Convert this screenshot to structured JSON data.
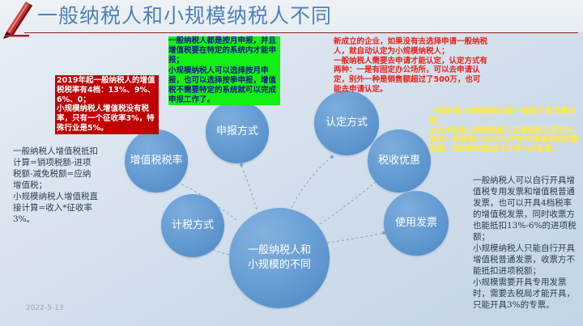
{
  "slide": {
    "title": "一般纳税人和小规模纳税人不同",
    "date": "2022-5-13",
    "logo_icon": "pencil-icon",
    "accent_color": "#4f81bd",
    "rule_color": "#8d2020",
    "node_color": "#5b93cd",
    "highlight_green": "#13f013",
    "highlight_red_box": "#c00000",
    "text_red": "#e8251d",
    "text_yellow": "#ffeb3b"
  },
  "diagram": {
    "center": {
      "label_line1": "一般纳税人和",
      "label_line2": "小规模的不同"
    },
    "nodes": [
      {
        "id": "jishui",
        "label": "计税方式"
      },
      {
        "id": "shuilv",
        "label": "增值税税率"
      },
      {
        "id": "shenbao",
        "label": "申报方式"
      },
      {
        "id": "rending",
        "label": "认定方式"
      },
      {
        "id": "youhui",
        "label": "税收优惠"
      },
      {
        "id": "fapiao",
        "label": "使用发票"
      }
    ]
  },
  "callouts": {
    "tax_rate": {
      "style": "red-on-dark-red-box",
      "text": "2019年起一般纳税人的增值税税率有4档：13%、9%、6%、0；\n小规模纳税人增值税没有税率，只有一个征收率3%，特殊行业是5%。"
    },
    "declare": {
      "style": "green-highlight",
      "text": "一般纳税人都是按月申报，并且增值税要在特定的系统内才能申报；\n小规模纳税人可以选择按月申报，也可以选择按季申报，增值税不需要特定的系统就可以完成申报工作了。"
    },
    "identify": {
      "style": "red-text",
      "text": "新成立的企业，如果没有去选择申请一般纳税人，就自动认定为小规模纳税人；\n一般纳税人需要去申请才能认定，认定方式有两种：一是有固定办公场所，可以去申请认定，别外一种是销售额超过了500万，也可能去申请认定。"
    },
    "preference": {
      "style": "yellow-text",
      "text": "一般纳税人在增值税方面一般很少有优惠征策；\n2019年起小规模纳税人在增值税方面可以享受：季度收入30万以内免交增值税的优惠征策；同时附加税减半征收入的征策。"
    },
    "compute": {
      "style": "plain-text",
      "text": "一般纳税人增值税抵扣计算=销项税额-进项税额-减免税额=应纳增值税；\n小规模纳税人增值税直接计算=收入*征收率3%。"
    },
    "invoice": {
      "style": "plain-text",
      "text": "一般纳税人可以自行开具增值税专用发票和增值税普通发票，也可以开具4档税率的增值税发票，同时收票方也能抵扣13%-6%的进项税额；\n小规模纳税人只能自行开具增值税普通发票，收票方不能抵扣进项税额；\n小规模需要开具专用发票时，需要去税局才能开具，只能开具3%的专票。"
    }
  }
}
